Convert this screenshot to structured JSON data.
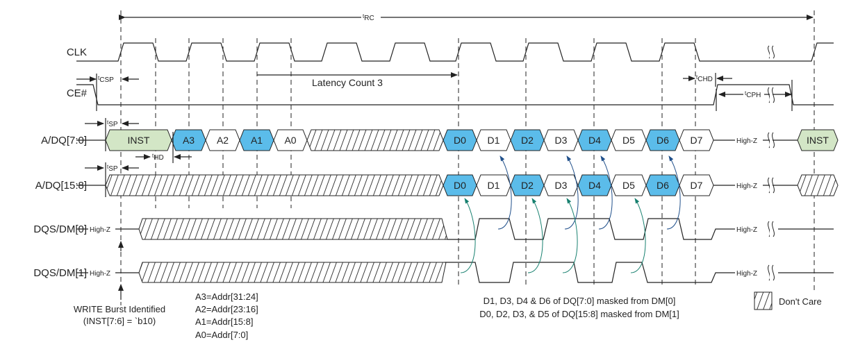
{
  "colors": {
    "blue": "#5bbcea",
    "green": "#d3e6c6",
    "arrow_dm0": "#1f4f8a",
    "arrow_dm1": "#17806f"
  },
  "signals": {
    "clk": "CLK",
    "ce": "CE#",
    "adq_lo": "A/DQ[7:0]",
    "adq_hi": "A/DQ[15:8]",
    "dqs0": "DQS/DM[0]",
    "dqs1": "DQS/DM[1]"
  },
  "timing": {
    "prefix": "t",
    "rc": "RC",
    "csp": "CSP",
    "sp": "SP",
    "hd": "HD",
    "chd": "CHD",
    "cph": "CPH",
    "latency": "Latency Count 3"
  },
  "high_z": "High-Z",
  "adq_lo_segments": [
    {
      "label": "INST",
      "fill": "green"
    },
    {
      "label": "A3",
      "fill": "blue"
    },
    {
      "label": "A2",
      "fill": "white"
    },
    {
      "label": "A1",
      "fill": "blue"
    },
    {
      "label": "A0",
      "fill": "white"
    },
    {
      "label": "",
      "fill": "hatch"
    },
    {
      "label": "D0",
      "fill": "blue"
    },
    {
      "label": "D1",
      "fill": "white"
    },
    {
      "label": "D2",
      "fill": "blue"
    },
    {
      "label": "D3",
      "fill": "white"
    },
    {
      "label": "D4",
      "fill": "blue"
    },
    {
      "label": "D5",
      "fill": "white"
    },
    {
      "label": "D6",
      "fill": "blue"
    },
    {
      "label": "D7",
      "fill": "white"
    },
    {
      "label": "INST",
      "fill": "green"
    }
  ],
  "adq_hi_segments": [
    {
      "label": "",
      "fill": "hatch"
    },
    {
      "label": "D0",
      "fill": "blue"
    },
    {
      "label": "D1",
      "fill": "white"
    },
    {
      "label": "D2",
      "fill": "blue"
    },
    {
      "label": "D3",
      "fill": "white"
    },
    {
      "label": "D4",
      "fill": "blue"
    },
    {
      "label": "D5",
      "fill": "white"
    },
    {
      "label": "D6",
      "fill": "blue"
    },
    {
      "label": "D7",
      "fill": "white"
    },
    {
      "label": "",
      "fill": "hatch"
    }
  ],
  "notes": {
    "write_burst_1": "WRITE Burst Identified",
    "write_burst_2": "(INST[7:6] = `b10)",
    "addr": [
      "A3=Addr[31:24]",
      "A2=Addr[23:16]",
      "A1=Addr[15:8]",
      "A0=Addr[7:0]"
    ],
    "mask_dm0": "D1, D3, D4 & D6 of DQ[7:0] masked from DM[0]",
    "mask_dm1": "D0, D2, D3, & D5 of DQ[15:8] masked from DM[1]",
    "legend_dont_care": "Don't Care"
  }
}
